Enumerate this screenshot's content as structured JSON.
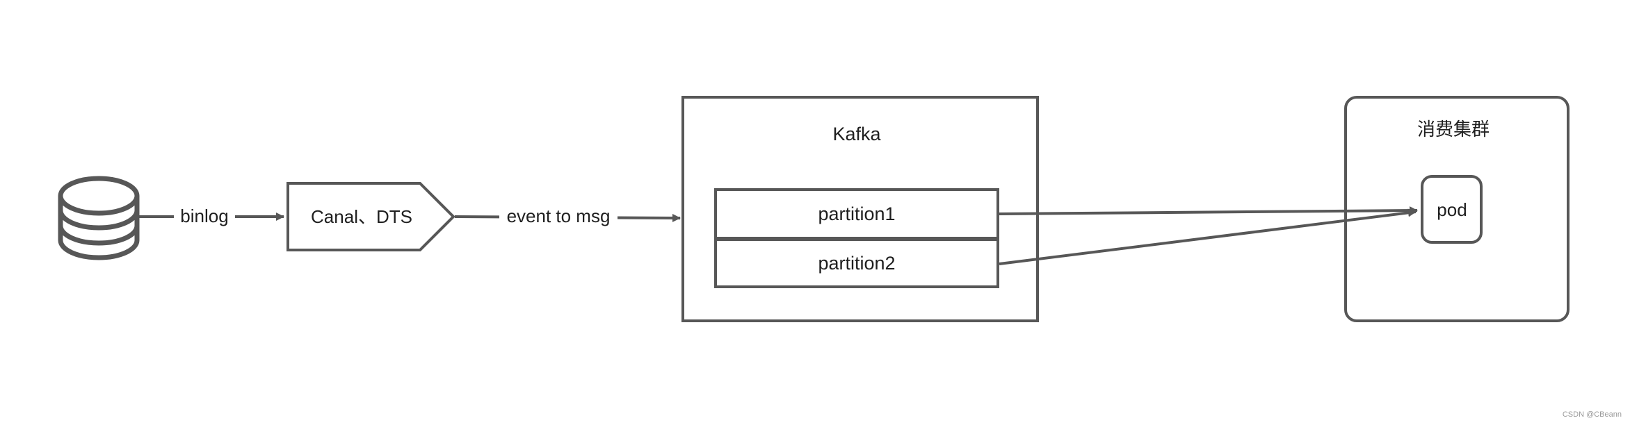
{
  "nodes": {
    "database": {
      "icon": "database-icon"
    },
    "sync_tool": {
      "label": "Canal、DTS"
    },
    "kafka": {
      "title": "Kafka",
      "partitions": [
        "partition1",
        "partition2"
      ]
    },
    "consumer_cluster": {
      "title": "消费集群",
      "pod": "pod"
    }
  },
  "edges": {
    "db_to_sync": "binlog",
    "sync_to_kafka": "event to msg"
  },
  "watermark": "CSDN @CBeann",
  "colors": {
    "stroke": "#575757",
    "text": "#1f1f1f",
    "background": "#ffffff"
  }
}
